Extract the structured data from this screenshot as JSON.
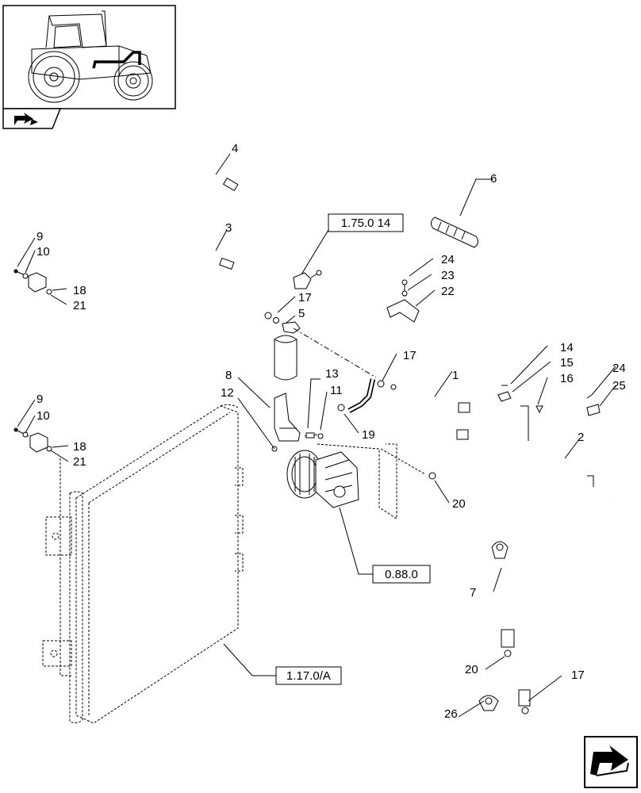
{
  "labels": {
    "n1": "1",
    "n2": "2",
    "n3": "3",
    "n4": "4",
    "n5": "5",
    "n6": "6",
    "n7": "7",
    "n8": "8",
    "n9a": "9",
    "n9b": "9",
    "n10a": "10",
    "n10b": "10",
    "n11": "11",
    "n12": "12",
    "n13": "13",
    "n14": "14",
    "n15": "15",
    "n16": "16",
    "n17a": "17",
    "n17b": "17",
    "n17c": "17",
    "n18a": "18",
    "n18b": "18",
    "n19": "19",
    "n20a": "20",
    "n20b": "20",
    "n21a": "21",
    "n21b": "21",
    "n22": "22",
    "n23": "23",
    "n24a": "24",
    "n24b": "24",
    "n25": "25",
    "n26": "26"
  },
  "refs": {
    "r1": "1.75.0 14",
    "r2": "0.88.0",
    "r3": "1.17.0/A"
  },
  "icons": {
    "thumbnail": "tractor-location-thumbnail",
    "thumbnail_nav": "navigation-arrow-icon",
    "next_page": "next-page-arrow-icon"
  }
}
